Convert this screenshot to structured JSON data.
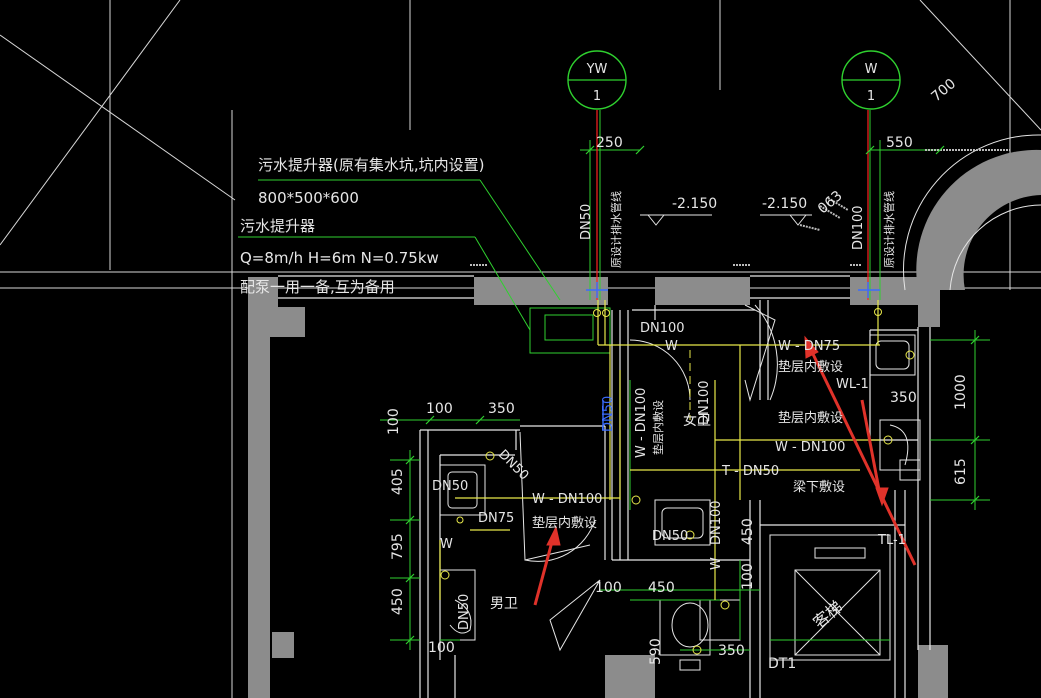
{
  "colors": {
    "background": "#000000",
    "wall": "#8c8c8c",
    "line_white": "#e6e6e6",
    "line_green": "#2fd12f",
    "line_yellow": "#e8e84a",
    "line_red": "#ff2020",
    "line_blue": "#3a6cff",
    "arrow": "#e0322a"
  },
  "axes": {
    "yw": {
      "top": "YW",
      "bottom": "1"
    },
    "w": {
      "top": "W",
      "bottom": "1"
    }
  },
  "notes": {
    "lift_title": "污水提升器(原有集水坑,坑内设置)",
    "lift_size": "800*500*600",
    "lift_name": "污水提升器",
    "lift_params": "Q=8m/h   H=6m   N=0.75kw",
    "lift_pumps": "配泵一用一备,互为备用"
  },
  "dimensions": {
    "d250": "250",
    "d550": "550",
    "d700": "700",
    "d063": "063",
    "d100_a": "100",
    "d350_a": "350",
    "d100_v": "100",
    "d405": "405",
    "d795": "795",
    "d450_v": "450",
    "d100_b": "100",
    "d1000": "1000",
    "d615": "615",
    "d350_b": "350",
    "d450_b": "450",
    "d100_c": "100",
    "d450_c": "450",
    "d100_d": "100",
    "d590": "590",
    "d350_c": "350"
  },
  "levels": {
    "left": "-2.150",
    "right": "-2.150"
  },
  "pipe_labels": {
    "dn50_v": "DN50",
    "connect_left": "原设计排水管线",
    "dn100_v": "DN100",
    "connect_right": "原设计排水管线",
    "dn100_top": "DN100",
    "w_top": "W",
    "w_dn75": "W - DN75",
    "pad_a": "垫层内敷设",
    "wl1": "WL-1",
    "dn50_blue": "DN50",
    "w_dn100_v": "W - DN100",
    "pad_b": "垫层内敷设",
    "dn100_mid": "DN100",
    "pad_c": "垫层内敷设",
    "w_dn100_h": "W - DN100",
    "t_dn50": "T - DN50",
    "beam_below": "梁下敷设",
    "dn50_left": "DN50",
    "dn75_left": "DN75",
    "dn50_diag": "DN50",
    "w_dn100_left": "W - DN100",
    "pad_d": "垫层内敷设",
    "w_left": "W",
    "dn50_lower": "DN50",
    "dn50_mid": "DN50",
    "dn100_mid2": "DN100",
    "w_mid": "W",
    "tl1": "TL-1"
  },
  "rooms": {
    "men_wc": "男卫",
    "women_wc": "女卫",
    "elevator": "客梯",
    "dt1": "DT1"
  }
}
